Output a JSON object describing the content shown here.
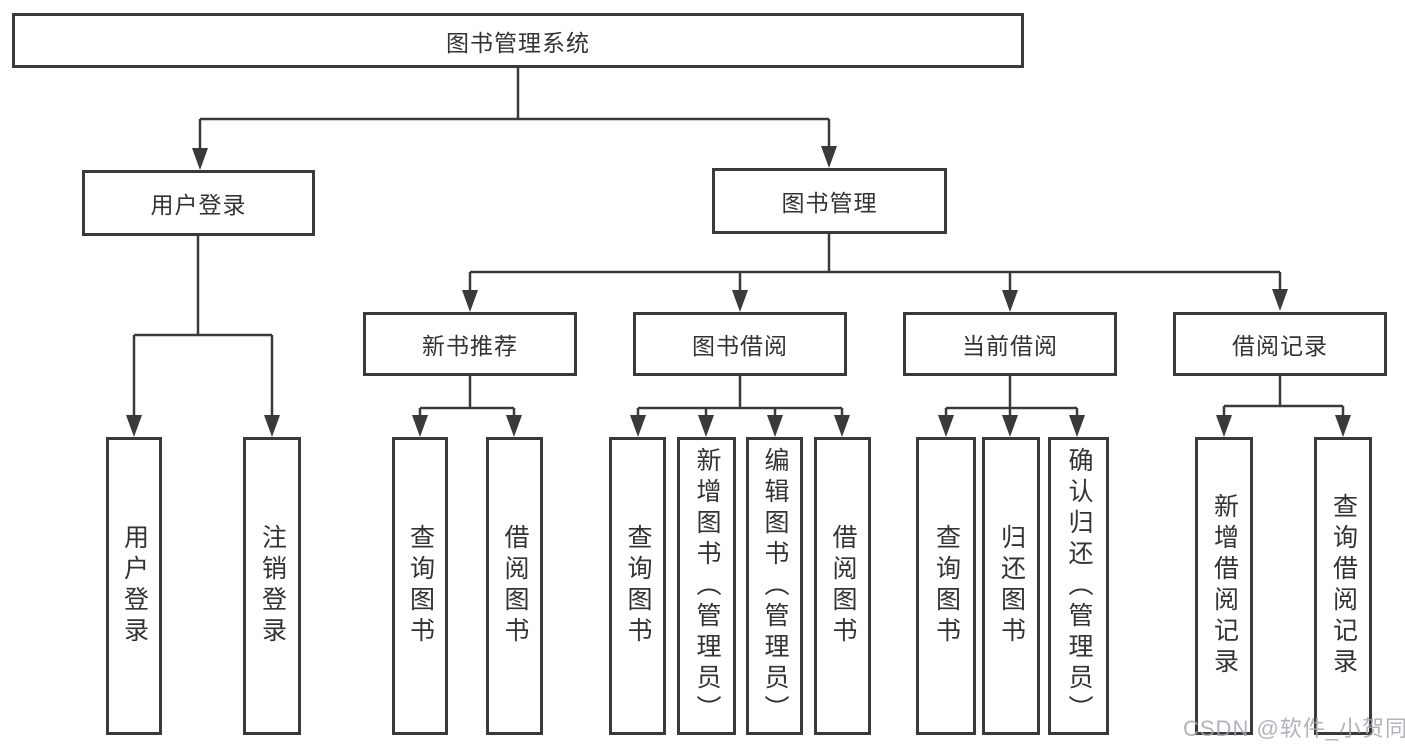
{
  "diagram": {
    "root": {
      "label": "图书管理系统",
      "children": [
        {
          "label": "用户登录",
          "children": [
            {
              "label": "用户登录"
            },
            {
              "label": "注销登录"
            }
          ]
        },
        {
          "label": "图书管理",
          "children": [
            {
              "label": "新书推荐",
              "children": [
                {
                  "label": "查询图书"
                },
                {
                  "label": "借阅图书"
                }
              ]
            },
            {
              "label": "图书借阅",
              "children": [
                {
                  "label": "查询图书"
                },
                {
                  "label": "新增图书（管理员）"
                },
                {
                  "label": "编辑图书（管理员）"
                },
                {
                  "label": "借阅图书"
                }
              ]
            },
            {
              "label": "当前借阅",
              "children": [
                {
                  "label": "查询图书"
                },
                {
                  "label": "归还图书"
                },
                {
                  "label": "确认归还（管理员）"
                }
              ]
            },
            {
              "label": "借阅记录",
              "children": [
                {
                  "label": "新增借阅记录"
                },
                {
                  "label": "查询借阅记录"
                }
              ]
            }
          ]
        }
      ]
    }
  },
  "watermark": {
    "text": "CSDN @软件_小贺同学"
  },
  "colors": {
    "line": "#3a3a3a",
    "box_border": "#3a3a3a",
    "text": "#333333",
    "watermark": "#a5a5ae",
    "background": "#ffffff"
  }
}
